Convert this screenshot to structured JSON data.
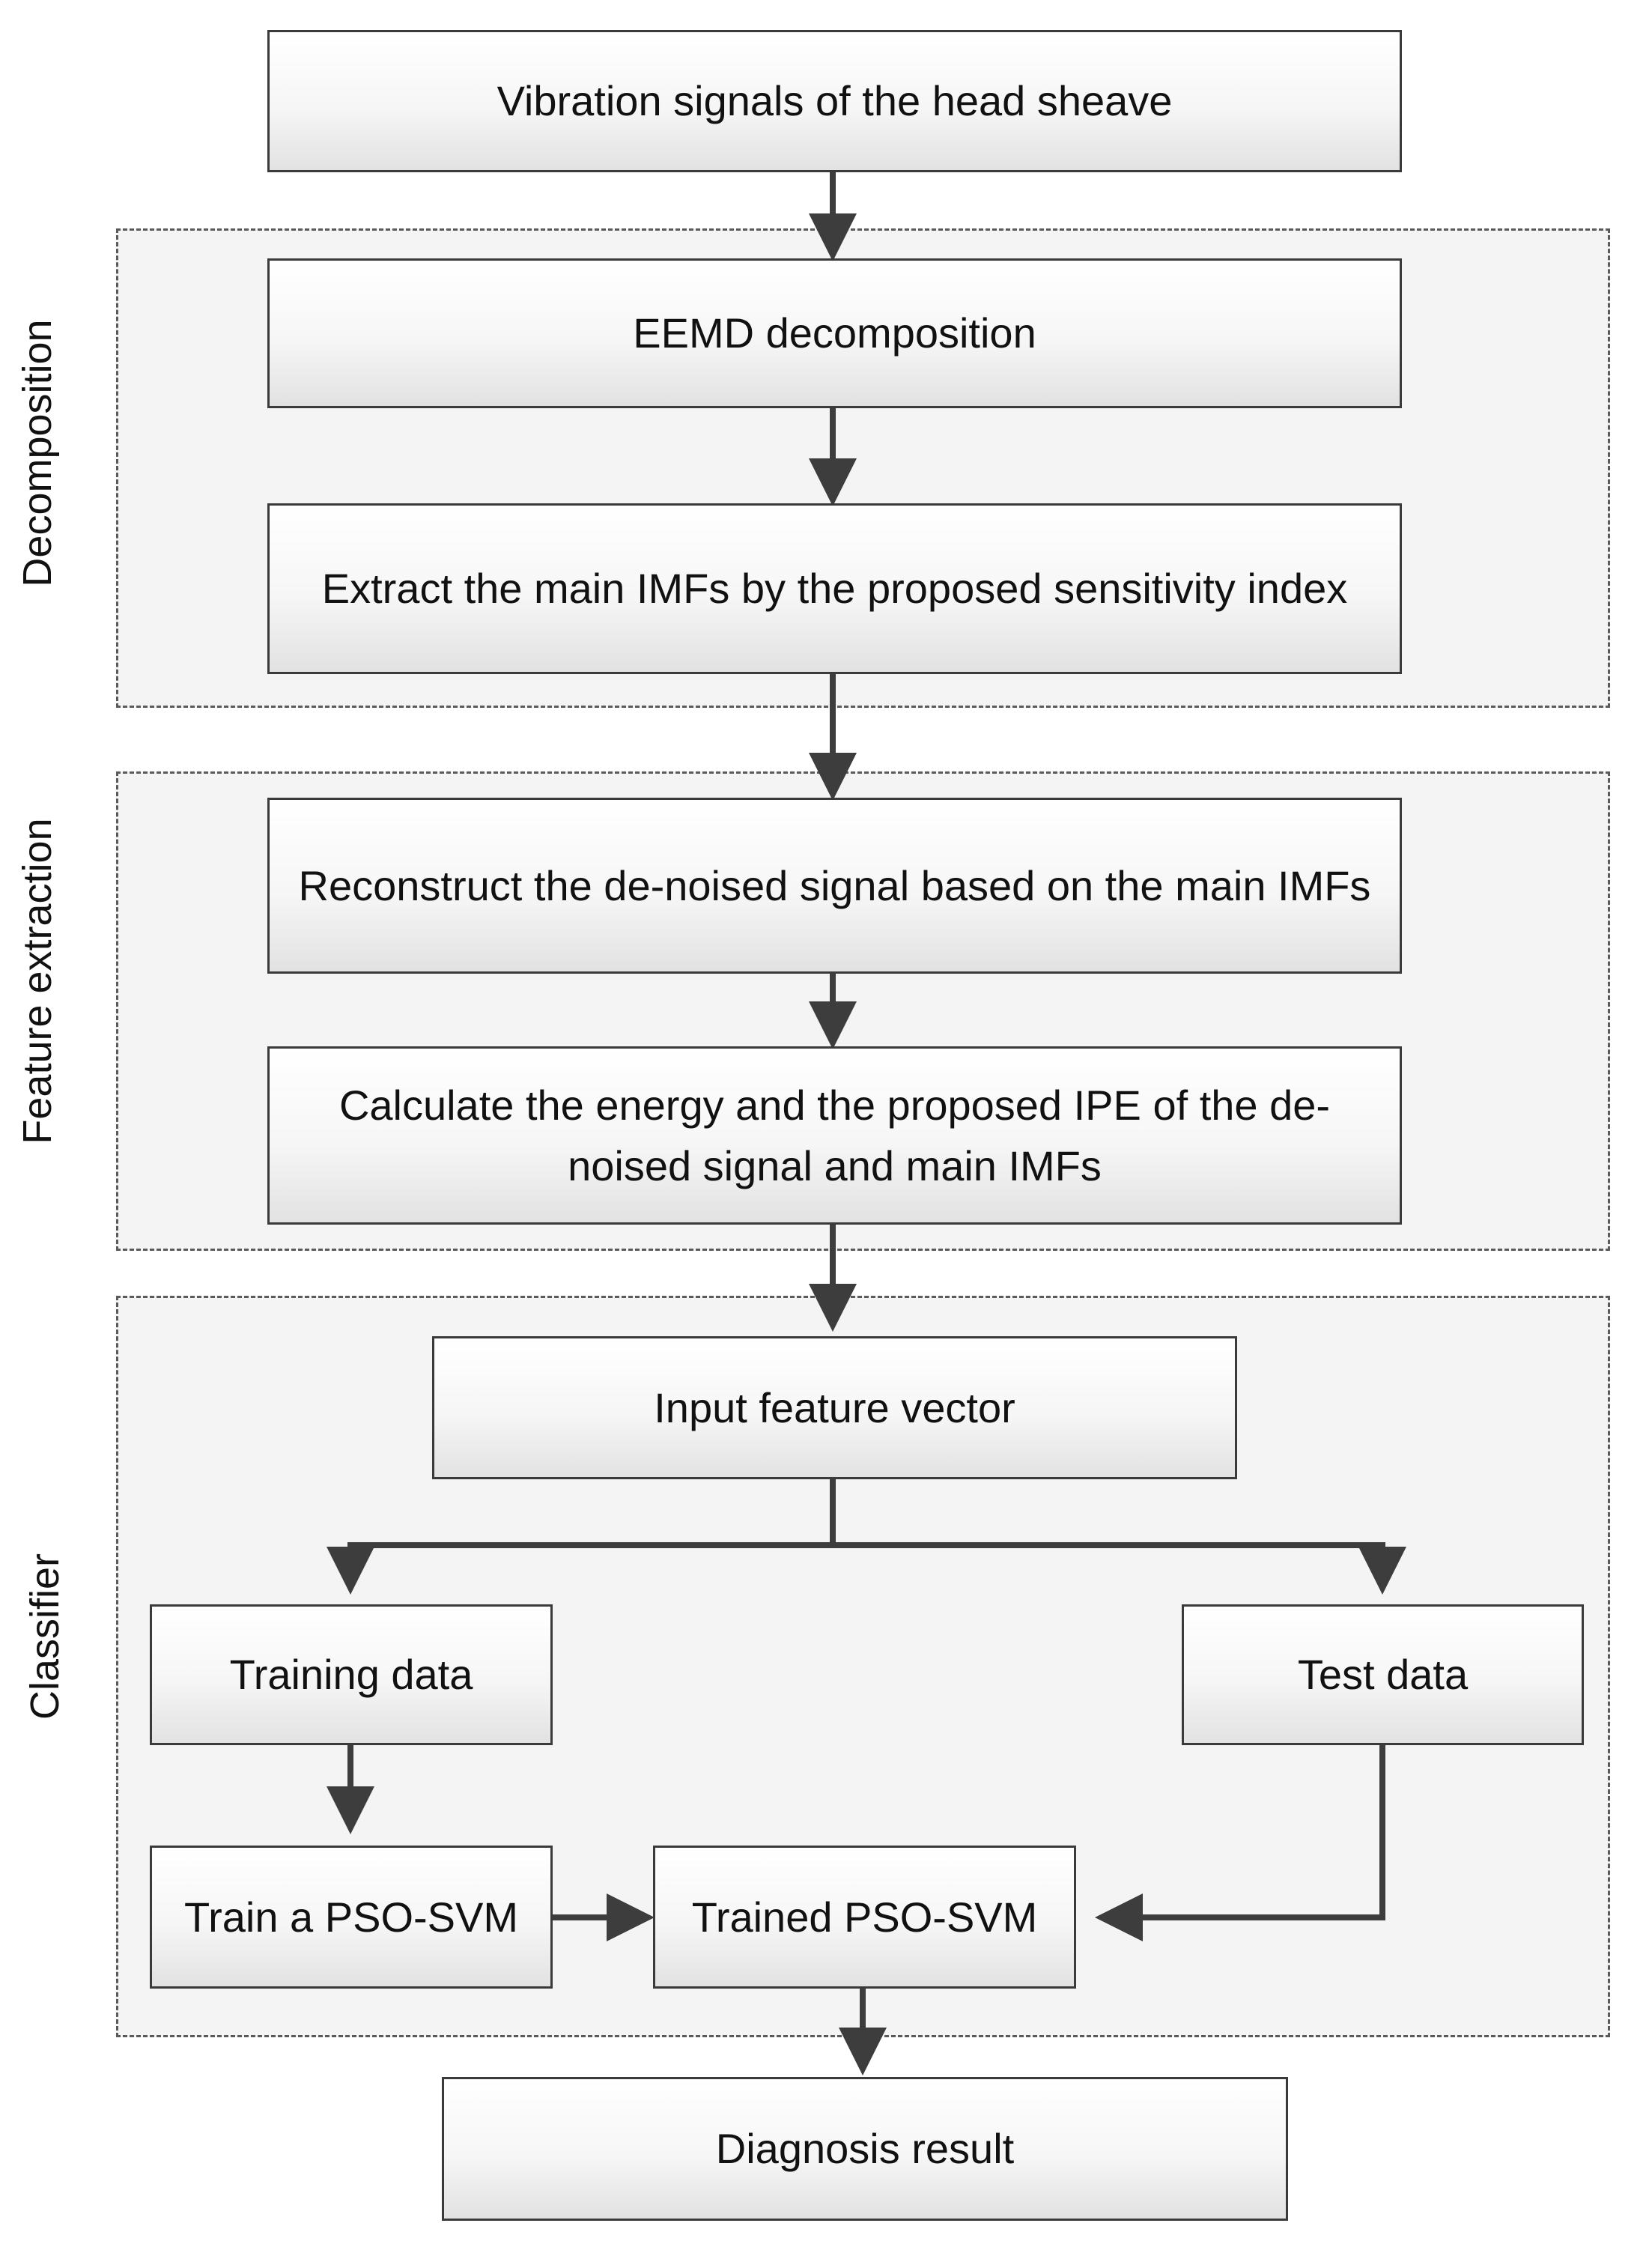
{
  "groups": {
    "decomposition": "Decomposition",
    "feature_extraction": "Feature extraction",
    "classifier": "Classifier"
  },
  "boxes": {
    "vibration": "Vibration signals of the head sheave",
    "eemd": "EEMD decomposition",
    "extract": "Extract the main IMFs by the proposed sensitivity index",
    "reconstruct": "Reconstruct the de-noised  signal based on the main IMFs",
    "calculate": "Calculate the energy and the proposed IPE of the de-noised signal and main IMFs",
    "input_vector": "Input feature vector",
    "training": "Training data",
    "test": "Test data",
    "train_pso": "Train a PSO-SVM",
    "trained_pso": "Trained PSO-SVM",
    "diagnosis": "Diagnosis result"
  },
  "colors": {
    "line": "#3d3d3d",
    "group_fill": "#f4f4f4",
    "group_border": "#5a5a5a"
  }
}
